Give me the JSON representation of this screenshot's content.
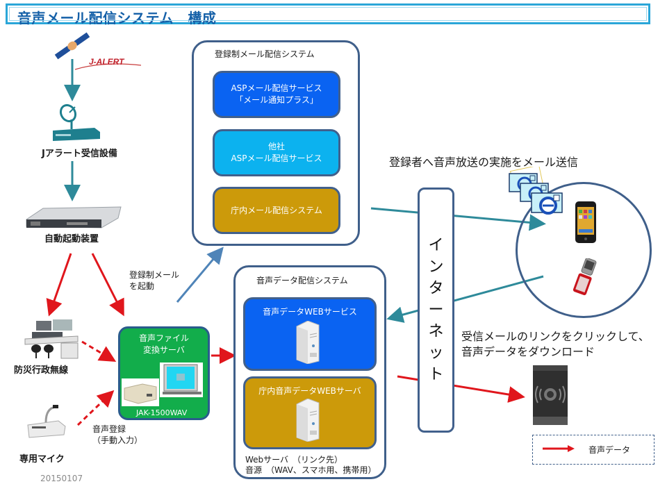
{
  "title": "音声メール配信システム　構成",
  "sources": {
    "jalert_logo": "J-ALERT",
    "jalert_receiver": "Jアラート受信設備",
    "auto_start_device": "自動起動装置",
    "disaster_radio": "防災行政無線",
    "dedicated_mic": "専用マイク"
  },
  "conversion_server": {
    "title_line1": "音声ファイル",
    "title_line2": "変換サーバ",
    "model": "JAK-1500WAV"
  },
  "annotations": {
    "start_registered_mail_line1": "登録制メール",
    "start_registered_mail_line2": "を起動",
    "voice_registration_line1": "音声登録",
    "voice_registration_line2": "（手動入力）",
    "send_mail_notice": "登録者へ音声放送の実施をメール送信",
    "download_line1": "受信メールのリンクをクリックして、",
    "download_line2": "音声データをダウンロード"
  },
  "registered_mail_system": {
    "title": "登録制メール配信システム",
    "items": [
      {
        "line1": "ASPメール配信サービス",
        "line2": "「メール通知プラス」",
        "color": "#0a63f2"
      },
      {
        "line1": "他社",
        "line2": "ASPメール配信サービス",
        "color": "#0cb2ef"
      },
      {
        "line1": "庁内メール配信システム",
        "line2": "",
        "color": "#cc9a0a"
      }
    ]
  },
  "voice_data_system": {
    "title": "音声データ配信システム",
    "items": [
      {
        "label": "音声データWEBサービス",
        "color": "#0a63f2"
      },
      {
        "label": "庁内音声データWEBサーバ",
        "color": "#cc9a0a"
      }
    ],
    "note_line1": "Webサーバ　（リンク先）",
    "note_line2": "音源　（WAV、スマホ用、携帯用）"
  },
  "internet": {
    "chars": [
      "イ",
      "ン",
      "タ",
      "ー",
      "ネ",
      "ッ",
      "ト"
    ]
  },
  "legend": {
    "items": [
      {
        "label": "音声データ",
        "color": "#e0161c",
        "style": "solid-arrow"
      }
    ]
  },
  "colors": {
    "title": "#1560a8",
    "title_border": "#2aa6d8",
    "flow_teal": "#2e8a9a",
    "flow_blue": "#4f84b8",
    "voice_red": "#e0161c",
    "group_border": "#3f5f8a"
  },
  "date": "20150107"
}
